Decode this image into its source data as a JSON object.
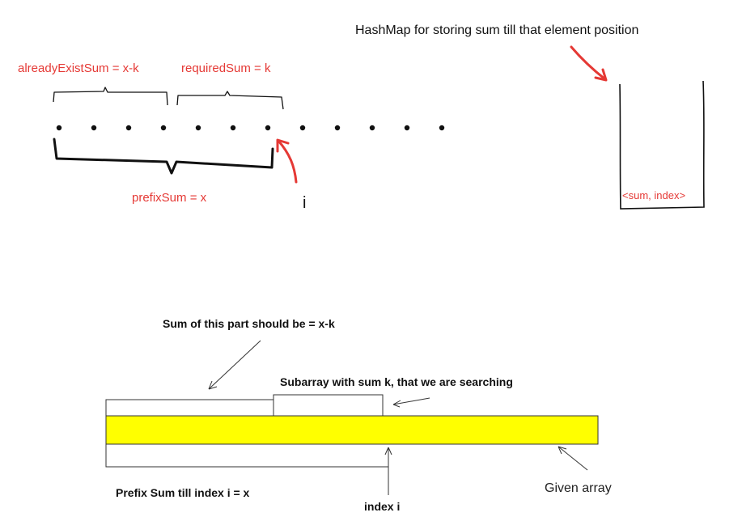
{
  "top_section": {
    "hashmap_title": "HashMap for storing sum till that element position",
    "already_exist_sum": "alreadyExistSum = x-k",
    "required_sum": "requiredSum = k",
    "prefix_sum": "prefixSum = x",
    "index_label": "i",
    "hashmap_entry": "<sum, index>",
    "dot_count": 12,
    "index_dot_position": 7
  },
  "bottom_section": {
    "sum_part": "Sum of this part should be = x-k",
    "subarray": "Subarray with sum k, that we are searching",
    "prefix_till_index": "Prefix Sum till index i = x",
    "index_i": "index i",
    "given_array": "Given array"
  },
  "colors": {
    "annotation_red": "#e53935",
    "array_fill": "#ffff00",
    "ink": "#111111"
  }
}
